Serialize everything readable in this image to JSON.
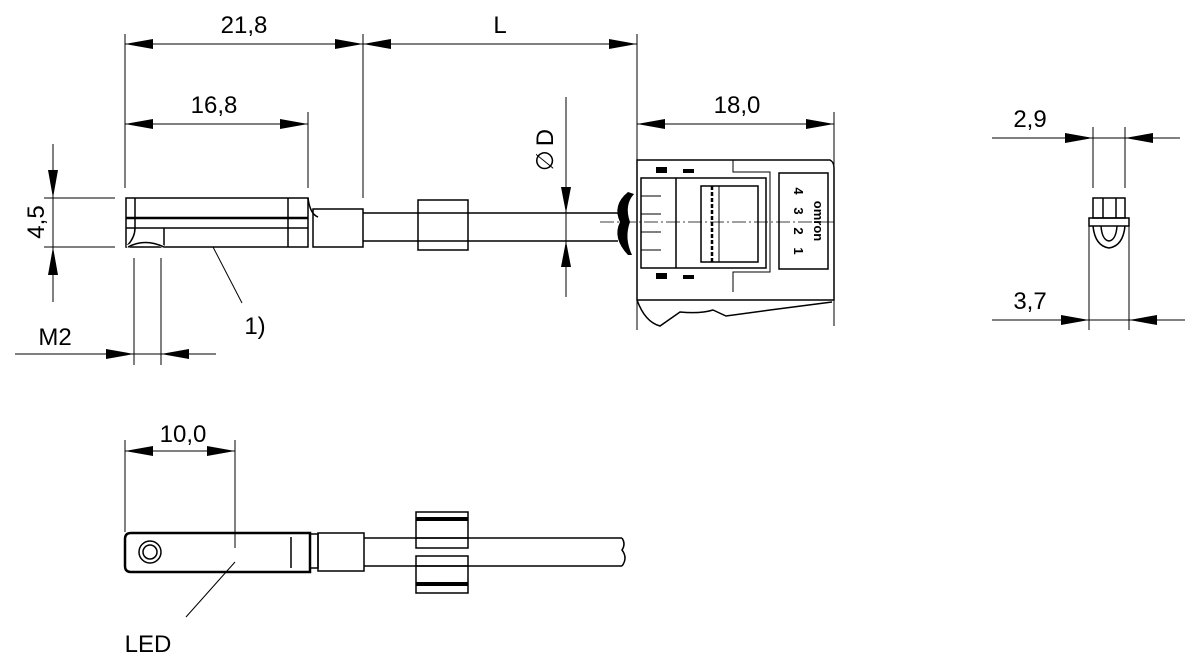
{
  "drawing": {
    "type": "dimension-drawing",
    "units": "mm",
    "side_view": {
      "dim_overall_length": "21,8",
      "dim_body_length": "16,8",
      "dim_cable_length": "L",
      "dim_height": "4,5",
      "dim_screw": "M2",
      "dim_cable_diameter": "D",
      "diameter_symbol": "∅",
      "note_marker": "1)"
    },
    "connector": {
      "dim_length": "18,0",
      "brand": "omron",
      "pins": [
        "4",
        "3",
        "2",
        "1"
      ]
    },
    "end_view": {
      "dim_top_width": "2,9",
      "dim_bottom_width": "3,7"
    },
    "top_view": {
      "dim_led_position": "10,0",
      "led_label": "LED"
    }
  }
}
